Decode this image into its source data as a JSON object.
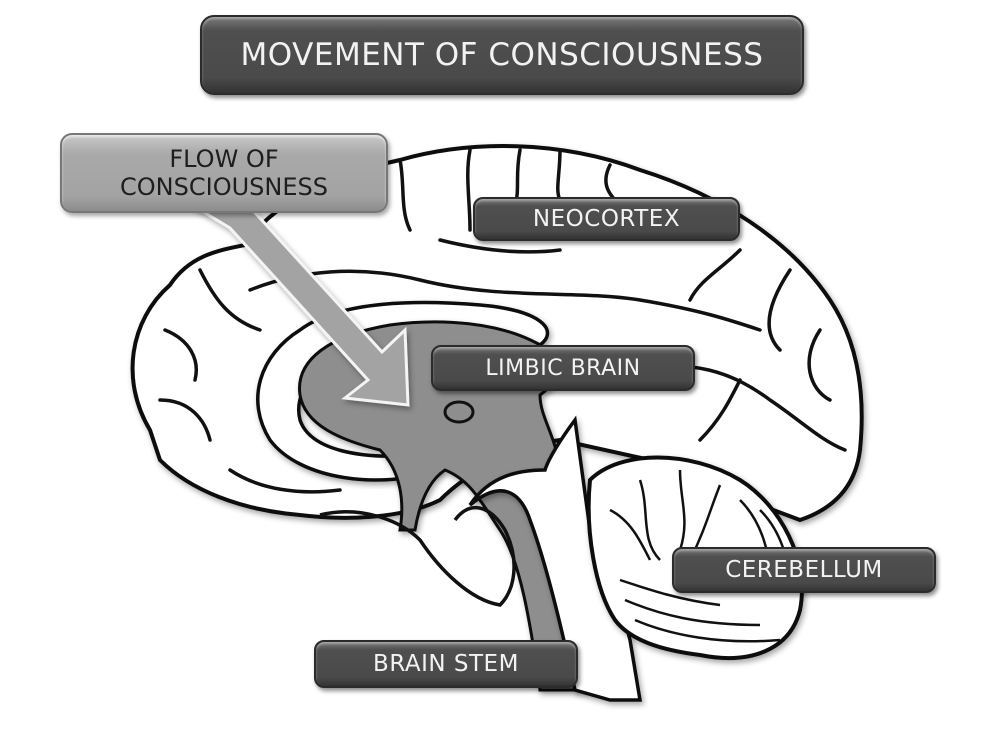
{
  "title": "MOVEMENT OF CONSCIOUSNESS",
  "flow_label": {
    "line1": "FLOW OF",
    "line2": "CONSCIOUSNESS"
  },
  "regions": {
    "neocortex": "NEOCORTEX",
    "limbic": "LIMBIC BRAIN",
    "cerebellum": "CEREBELLUM",
    "brain_stem": "BRAIN STEM"
  },
  "colors": {
    "label_dark": "#4a4a4a",
    "label_light": "#a5a5a5",
    "limbic_fill": "#8e8e8e",
    "outline": "#111111"
  }
}
